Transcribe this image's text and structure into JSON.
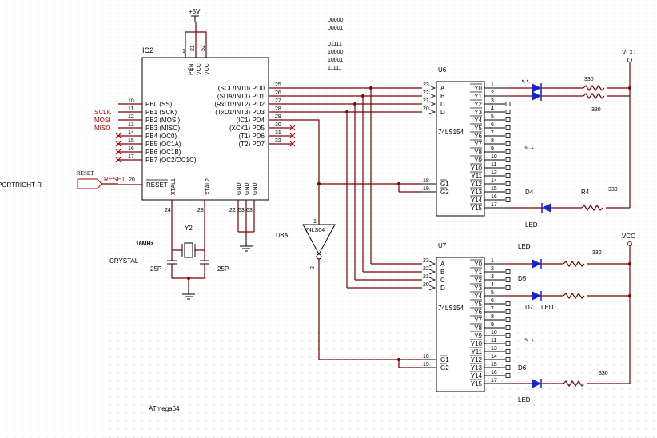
{
  "top": {
    "power_label": "+5V"
  },
  "binary_codes": [
    "00000",
    "00001",
    "01111",
    "10000",
    "10001",
    "11111"
  ],
  "ic2": {
    "ref": "IC2",
    "part": "ATmega64",
    "top_pins": [
      "PEN",
      "VCC",
      "VCC"
    ],
    "top_pin_nums": [
      "1",
      "21",
      "52"
    ],
    "left_pins": [
      {
        "num": "10",
        "name": "PB0 (SS)",
        "net": ""
      },
      {
        "num": "11",
        "name": "PB1 (SCK)",
        "net": "SCLK"
      },
      {
        "num": "12",
        "name": "PB2 (MOSI)",
        "net": "MOSI"
      },
      {
        "num": "13",
        "name": "PB3 (MISO)",
        "net": "MISO"
      },
      {
        "num": "14",
        "name": "PB4 (OC0)",
        "net": ""
      },
      {
        "num": "15",
        "name": "PB5 (OC1A)",
        "net": ""
      },
      {
        "num": "16",
        "name": "PB6 (OC1B)",
        "net": ""
      },
      {
        "num": "17",
        "name": "PB7 (OC2/OC1C)",
        "net": ""
      }
    ],
    "reset_pin": {
      "num": "20",
      "name": "RESET",
      "net": "RESET"
    },
    "right_pins": [
      {
        "num": "25",
        "name": "(SCL/INT0) PD0"
      },
      {
        "num": "26",
        "name": "(SDA/INT1) PD1"
      },
      {
        "num": "27",
        "name": "(RxD1/INT2) PD2"
      },
      {
        "num": "28",
        "name": "(TxD1/INT3) PD3"
      },
      {
        "num": "29",
        "name": "(IC1) PD4"
      },
      {
        "num": "30",
        "name": "(XCK1) PD5"
      },
      {
        "num": "31",
        "name": "(T1) PD6"
      },
      {
        "num": "32",
        "name": "(T2) PD7"
      }
    ],
    "bottom_pins": [
      "XTAL1",
      "XTAL2",
      "GND",
      "GND",
      "GND"
    ],
    "bottom_pin_nums": [
      "24",
      "23",
      "22",
      "53",
      "63"
    ]
  },
  "reset_port": {
    "label": "RESET",
    "port": "PORTRIGHT-R"
  },
  "crystal": {
    "ref": "Y2",
    "freq": "16MHz",
    "name": "CRYSTAL",
    "cap_left": "25P",
    "cap_right": "25P"
  },
  "inverter": {
    "ref": "U8A",
    "part": "74LS04",
    "pin_in": "1",
    "pin_out": "2"
  },
  "decoders": [
    {
      "ref": "U6",
      "part": "74LS154",
      "inputs": [
        {
          "num": "23",
          "name": "A"
        },
        {
          "num": "22",
          "name": "B"
        },
        {
          "num": "21",
          "name": "C"
        },
        {
          "num": "20",
          "name": "D"
        }
      ],
      "enables": [
        {
          "num": "18",
          "name": "G1"
        },
        {
          "num": "19",
          "name": "G2"
        }
      ],
      "outputs": [
        {
          "num": "1",
          "name": "Y0"
        },
        {
          "num": "2",
          "name": "Y1"
        },
        {
          "num": "3",
          "name": "Y2"
        },
        {
          "num": "4",
          "name": "Y3"
        },
        {
          "num": "5",
          "name": "Y4"
        },
        {
          "num": "6",
          "name": "Y5"
        },
        {
          "num": "7",
          "name": "Y6"
        },
        {
          "num": "8",
          "name": "Y7"
        },
        {
          "num": "9",
          "name": "Y8"
        },
        {
          "num": "10",
          "name": "Y9"
        },
        {
          "num": "11",
          "name": "Y10"
        },
        {
          "num": "13",
          "name": "Y11"
        },
        {
          "num": "14",
          "name": "Y12"
        },
        {
          "num": "15",
          "name": "Y13"
        },
        {
          "num": "16",
          "name": "Y14"
        },
        {
          "num": "17",
          "name": "Y15"
        }
      ]
    },
    {
      "ref": "U7",
      "part": "74LS154",
      "inputs": [
        {
          "num": "23",
          "name": "A"
        },
        {
          "num": "22",
          "name": "B"
        },
        {
          "num": "21",
          "name": "C"
        },
        {
          "num": "20",
          "name": "D"
        }
      ],
      "enables": [
        {
          "num": "18",
          "name": "G1"
        },
        {
          "num": "19",
          "name": "G2"
        }
      ],
      "outputs": [
        {
          "num": "1",
          "name": "Y0"
        },
        {
          "num": "2",
          "name": "Y1"
        },
        {
          "num": "3",
          "name": "Y2"
        },
        {
          "num": "4",
          "name": "Y3"
        },
        {
          "num": "5",
          "name": "Y4"
        },
        {
          "num": "6",
          "name": "Y5"
        },
        {
          "num": "7",
          "name": "Y6"
        },
        {
          "num": "8",
          "name": "Y7"
        },
        {
          "num": "9",
          "name": "Y8"
        },
        {
          "num": "10",
          "name": "Y9"
        },
        {
          "num": "11",
          "name": "Y10"
        },
        {
          "num": "13",
          "name": "Y11"
        },
        {
          "num": "14",
          "name": "Y12"
        },
        {
          "num": "15",
          "name": "Y13"
        },
        {
          "num": "16",
          "name": "Y14"
        },
        {
          "num": "17",
          "name": "Y15"
        }
      ]
    }
  ],
  "leds_top": {
    "vcc": "VCC",
    "r1_value": "330",
    "r2_value": "330",
    "d4_ref": "D4",
    "d4_type": "LED",
    "r4_ref": "R4",
    "r4_value": "330"
  },
  "leds_bottom": {
    "vcc": "VCC",
    "led1_type": "LED",
    "r1_value": "330",
    "d5_ref": "D5",
    "d7_ref": "D7",
    "d7_type": "LED",
    "d6_ref": "D6",
    "d6_type": "LED",
    "r3_value": "330"
  },
  "colors": {
    "wire": "#7a0000",
    "net_label": "#b30000",
    "grid_dot": "#b9b9b9"
  }
}
